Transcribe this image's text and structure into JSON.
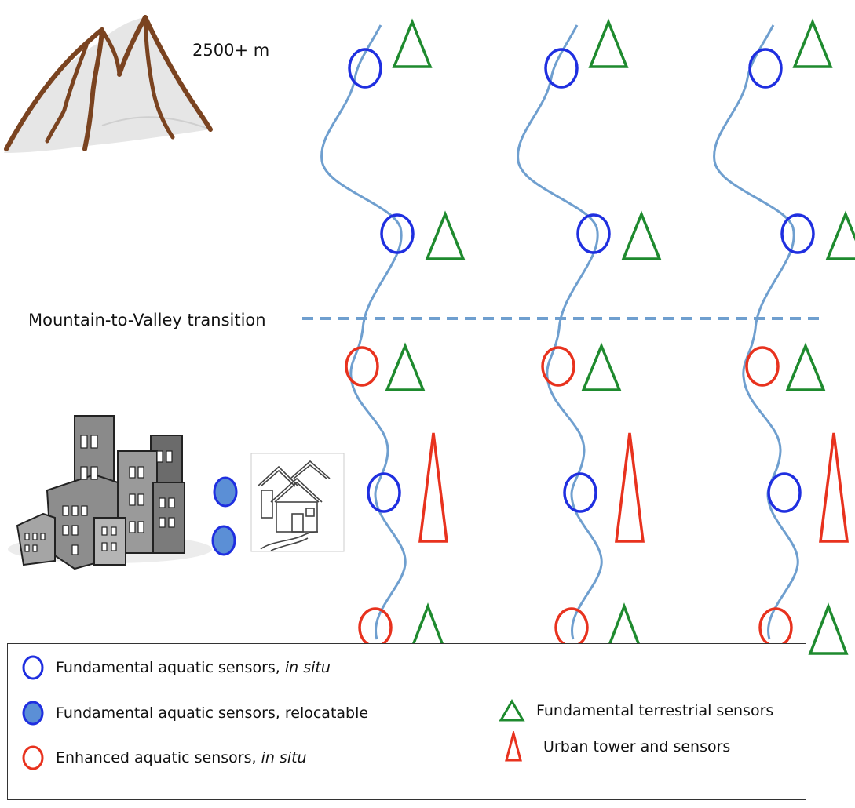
{
  "labels": {
    "elevation": "2500+ m",
    "transition": "Mountain-to-Valley transition"
  },
  "legend": {
    "aquatic_insitu": {
      "text": "Fundamental aquatic sensors, ",
      "italic": "in situ"
    },
    "aquatic_relocatable": {
      "text": "Fundamental aquatic sensors, relocatable"
    },
    "enhanced_insitu": {
      "text": "Enhanced aquatic sensors, ",
      "italic": "in situ"
    },
    "terrestrial": {
      "text": "Fundamental terrestrial sensors"
    },
    "urban": {
      "text": "Urban tower and sensors"
    }
  },
  "colors": {
    "aquatic": "#1f2fe0",
    "relocatable_fill": "#5b8fd6",
    "enhanced": "#e8321e",
    "terrestrial": "#1e8a2e",
    "urban": "#e8321e",
    "river": "#6f9fcf",
    "transition_line": "#6f9fcf",
    "mountain_fill": "#e6e6e6",
    "mountain_stroke": "#7a4320"
  },
  "icons": {
    "mountain": "mountain-icon",
    "city": "city-buildings-icon",
    "houses": "suburban-houses-icon"
  }
}
